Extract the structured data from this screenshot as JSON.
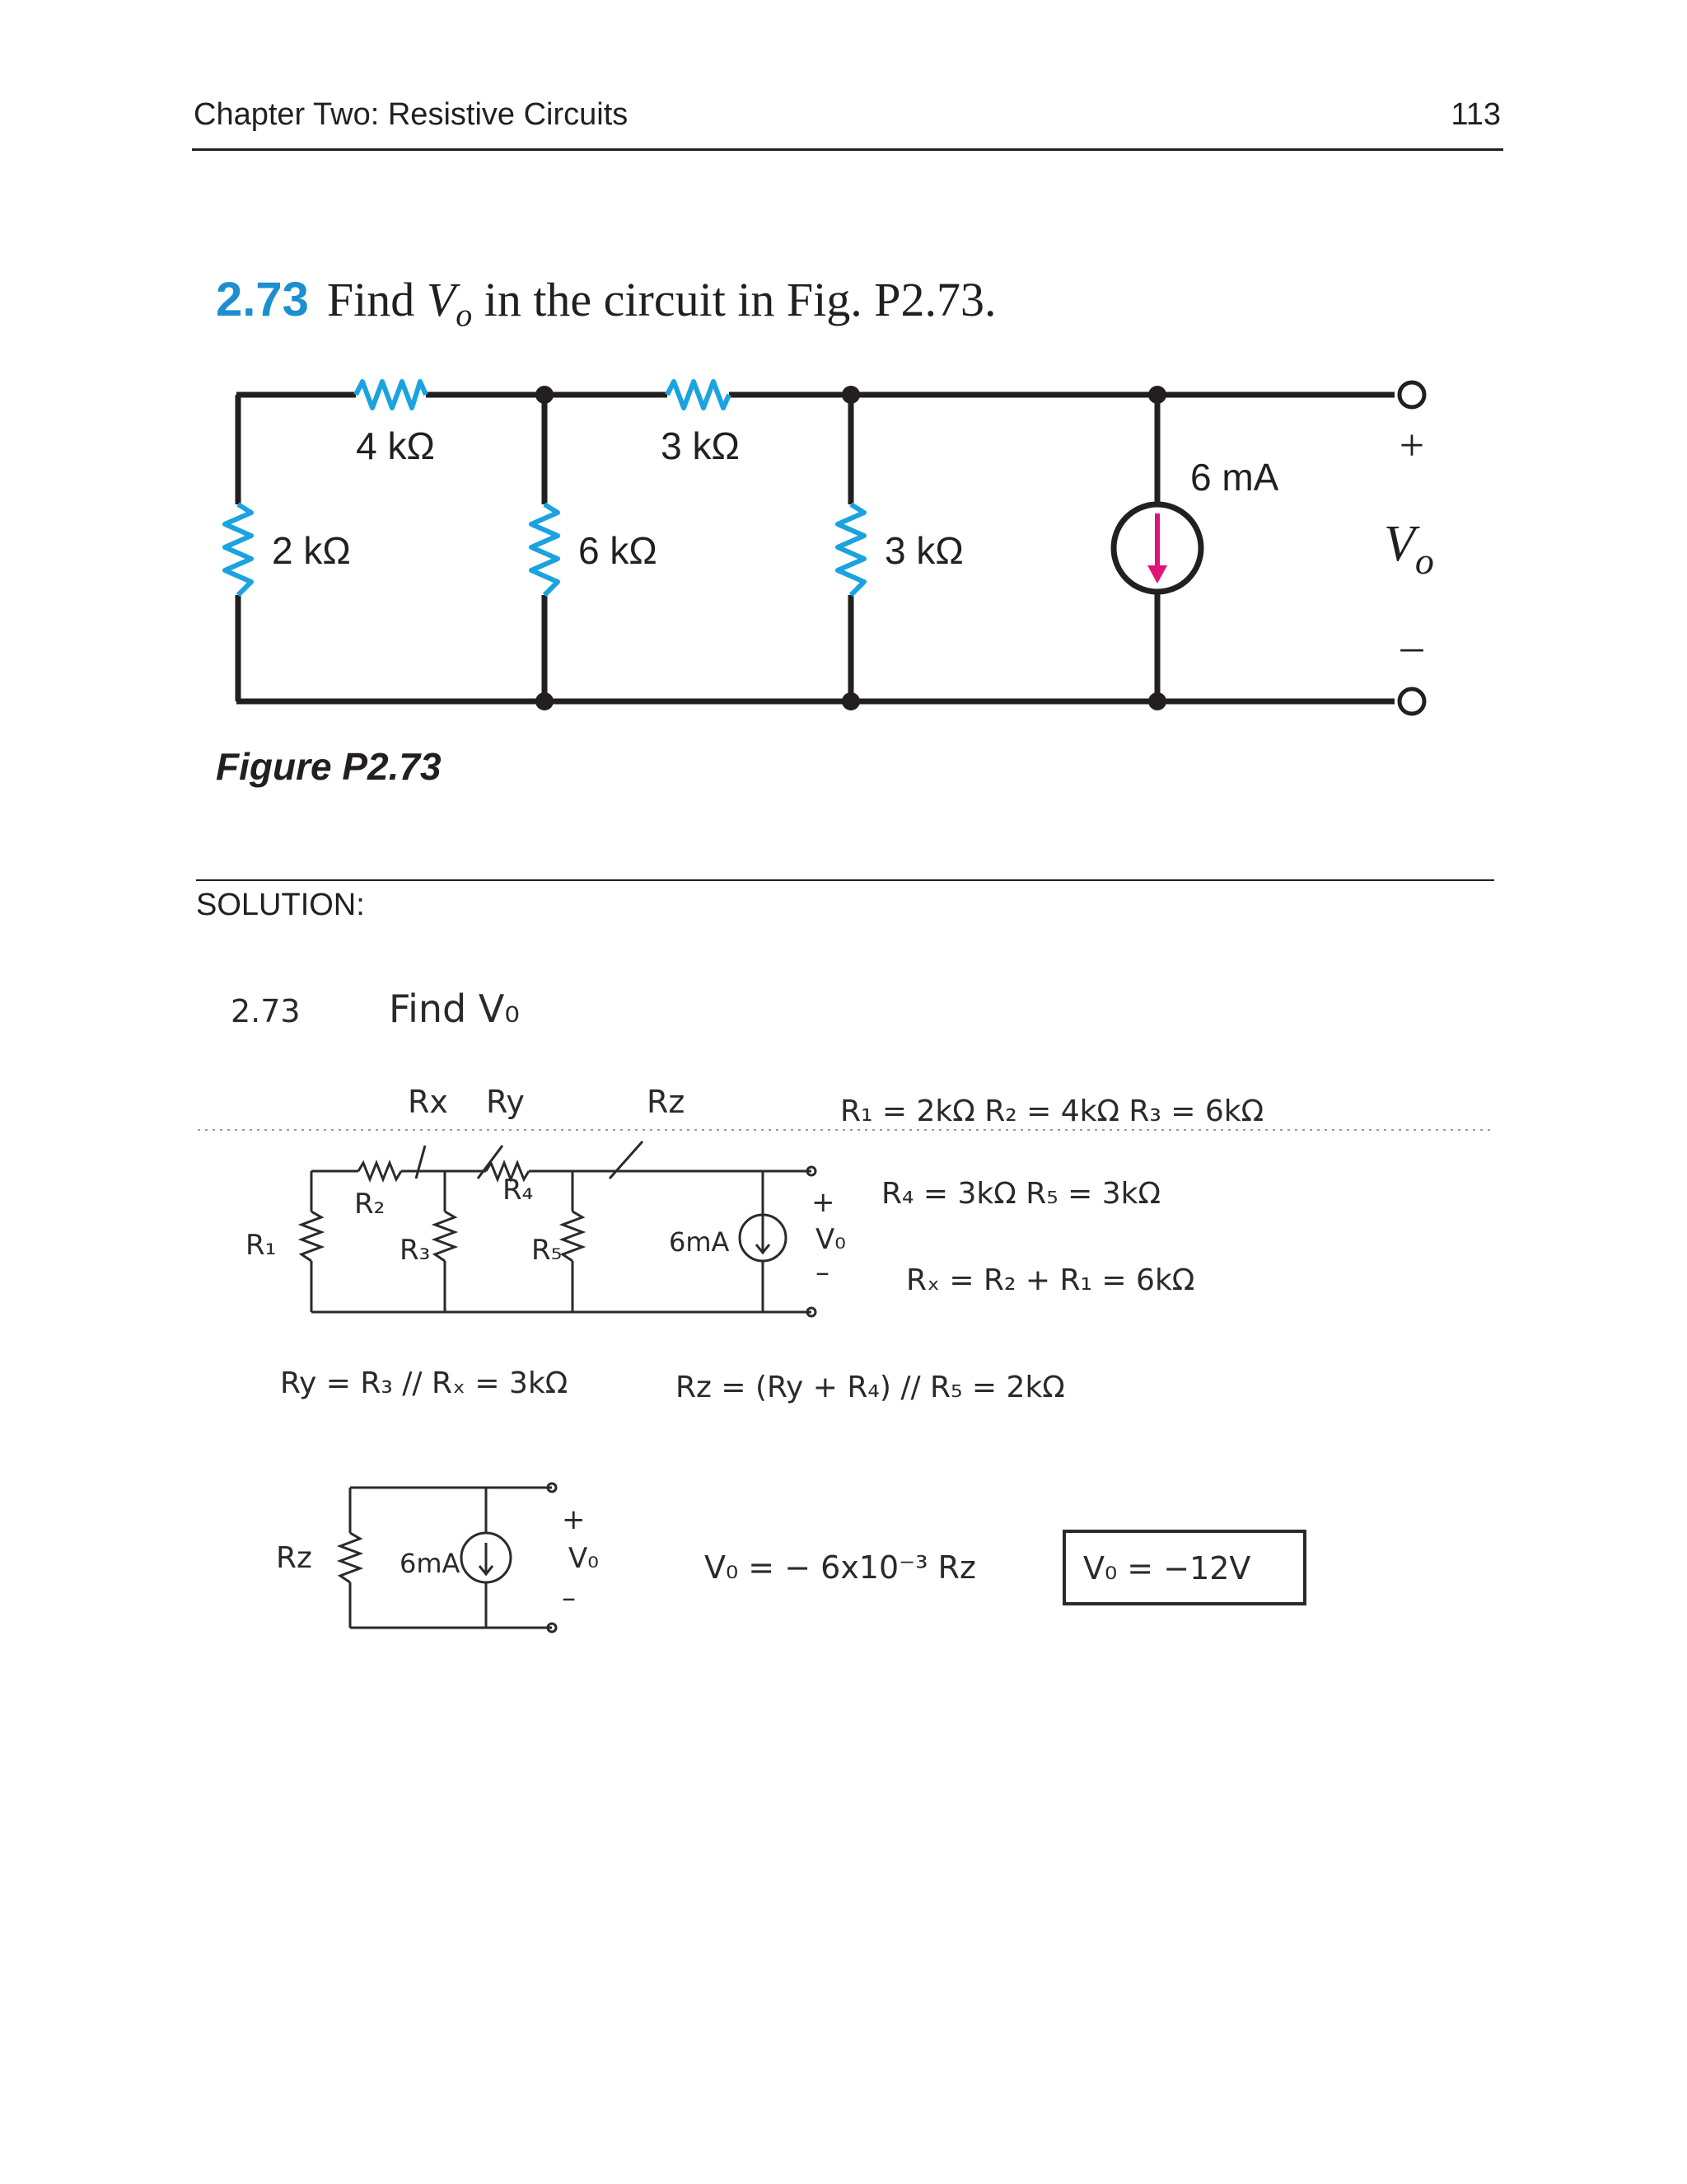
{
  "header": {
    "chapter_title": "Chapter Two: Resistive Circuits",
    "page_number": "113"
  },
  "problem": {
    "number": "2.73",
    "text_before": "Find ",
    "variable": "V",
    "subscript": "o",
    "text_after": " in the circuit in Fig. P2.73."
  },
  "figure": {
    "caption": "Figure P2.73",
    "labels": {
      "r_top_left": "4 kΩ",
      "r_top_mid": "3 kΩ",
      "r_left": "2 kΩ",
      "r_mid": "6 kΩ",
      "r_right": "3 kΩ",
      "source": "6 mA",
      "plus": "+",
      "minus": "–",
      "vo": "V",
      "vo_sub": "o"
    },
    "colors": {
      "resistor": "#1aa3e0",
      "source_arrow": "#e0137a",
      "wire": "#231f20"
    }
  },
  "solution": {
    "label": "SOLUTION:",
    "handwritten": {
      "heading_num": "2.73",
      "heading_text": "Find V₀",
      "rx_label": "Rx",
      "ry_label": "Ry",
      "rz_label": "Rz",
      "r1": "R₁",
      "r2": "R₂",
      "r3": "R₃",
      "r4": "R₄",
      "r5": "R₅",
      "src_6ma": "6mA",
      "plus": "+",
      "minus": "–",
      "vo": "V₀",
      "eq1": "R₁ = 2kΩ   R₂ = 4kΩ   R₃ = 6kΩ",
      "eq2": "R₄ = 3kΩ   R₅ = 3kΩ",
      "eq3": "Rₓ = R₂ + R₁ = 6kΩ",
      "eq4": "Ry = R₃ // Rₓ = 3kΩ",
      "eq5": "Rz = (Ry + R₄) // R₅ = 2kΩ",
      "eq6": "V₀ = − 6x10⁻³ Rz",
      "answer": "V₀ = −12V"
    }
  }
}
